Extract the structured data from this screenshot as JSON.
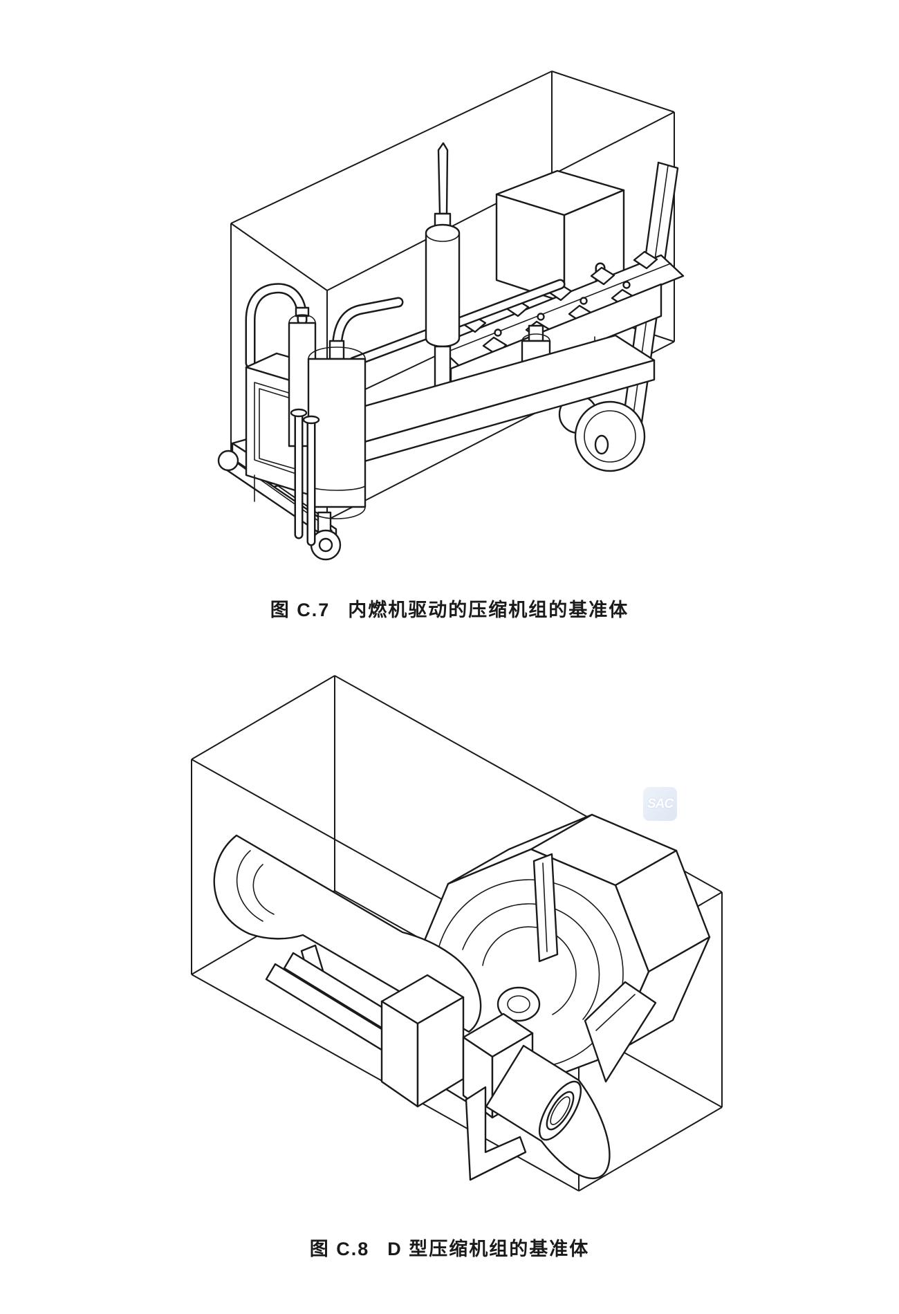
{
  "page": {
    "background_color": "#ffffff",
    "line_color": "#1a1a1a"
  },
  "figures": [
    {
      "label": "图 C.7",
      "title": "内燃机驱动的压缩机组的基准体"
    },
    {
      "label": "图 C.8",
      "title": "D 型压缩机组的基准体"
    }
  ],
  "watermark": {
    "text": "SAC",
    "background_color": "#e3eaf5",
    "text_color": "#ffffff"
  }
}
